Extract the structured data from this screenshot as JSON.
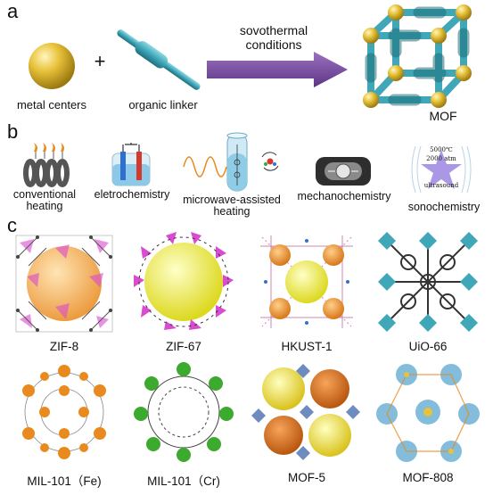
{
  "panel_a": {
    "letter": "a",
    "metal_centers": "metal centers",
    "plus": "+",
    "organic_linker": "organic linker",
    "arrow_line1": "sovothermal",
    "arrow_line2": "conditions",
    "product": "MOF"
  },
  "panel_b": {
    "letter": "b",
    "methods": [
      {
        "line1": "conventional",
        "line2": "heating"
      },
      {
        "line1": "eletrochemistry",
        "line2": ""
      },
      {
        "line1": "microwave-assisted",
        "line2": "heating"
      },
      {
        "line1": "mechanochemistry",
        "line2": ""
      },
      {
        "line1": "sonochemistry",
        "line2": ""
      }
    ],
    "sono_text1": "5000℃",
    "sono_text2": "2000 atm",
    "sono_text3": "ultrasound"
  },
  "panel_c": {
    "letter": "c",
    "structures": [
      {
        "label": "ZIF-8"
      },
      {
        "label": "ZIF-67"
      },
      {
        "label": "HKUST-1"
      },
      {
        "label": "UiO-66"
      },
      {
        "label": "MIL-101（Fe)"
      },
      {
        "label": "MIL-101（Cr)"
      },
      {
        "label": "MOF-5"
      },
      {
        "label": "MOF-808"
      }
    ]
  },
  "colors": {
    "gold": "#E8C23A",
    "cyan": "#3FA7B8",
    "arrow": "#7B4FA0",
    "magenta": "#D94BD0",
    "yellow": "#F2F03A",
    "orange": "#E98A1E",
    "green": "#3BAA2E",
    "blue": "#5AA8CF"
  }
}
